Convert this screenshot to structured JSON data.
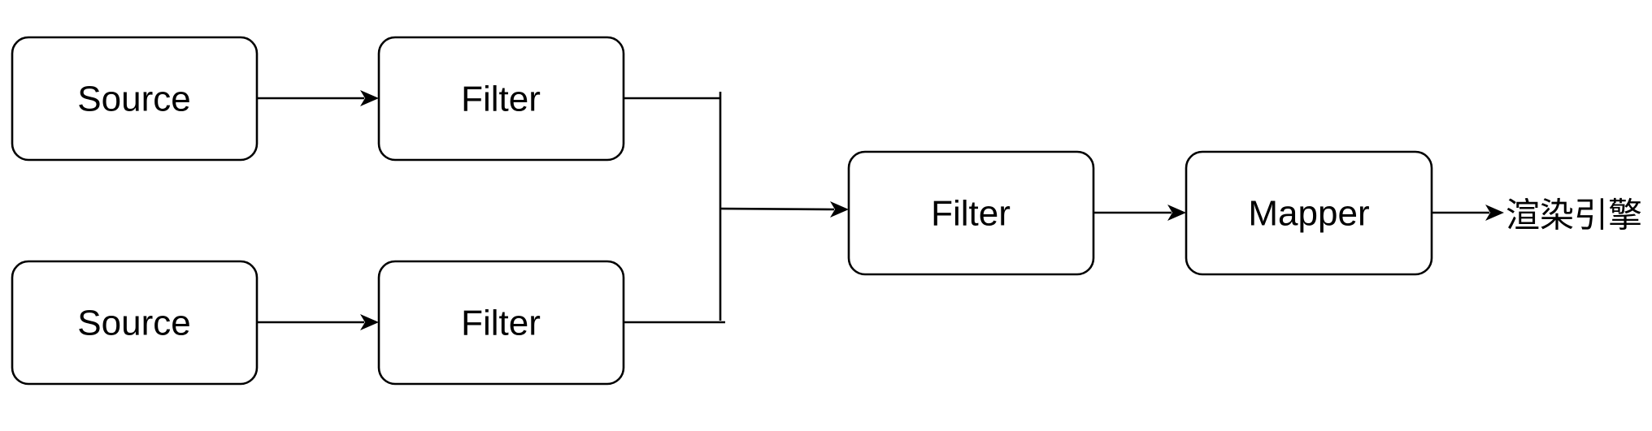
{
  "nodes": {
    "source_top": {
      "label": "Source"
    },
    "filter_top": {
      "label": "Filter"
    },
    "source_bottom": {
      "label": "Source"
    },
    "filter_bottom": {
      "label": "Filter"
    },
    "filter_merge": {
      "label": "Filter"
    },
    "mapper": {
      "label": "Mapper"
    }
  },
  "output": {
    "label": "渲染引擎"
  },
  "colors": {
    "stroke": "#000000",
    "fill": "#ffffff",
    "background": "#ffffff"
  }
}
